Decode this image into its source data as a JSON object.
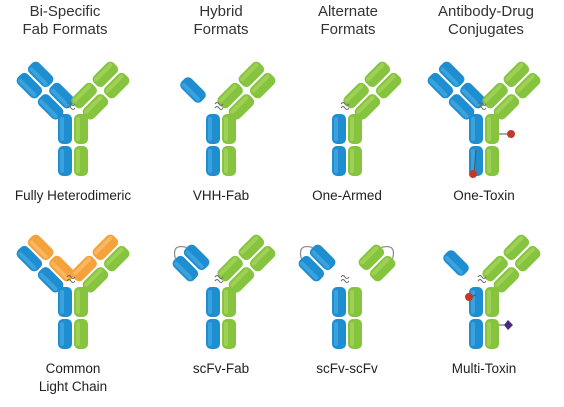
{
  "headers": [
    {
      "line1": "Bi-Specific",
      "line2": "Fab Formats"
    },
    {
      "line1": "Hybrid",
      "line2": "Formats"
    },
    {
      "line1": "Alternate",
      "line2": "Formats"
    },
    {
      "line1": "Antibody-Drug",
      "line2": "Conjugates"
    }
  ],
  "captions": {
    "fully_heterodimeric": "Fully Heterodimeric",
    "vhh_fab": "VHH-Fab",
    "one_armed": "One-Armed",
    "one_toxin": "One-Toxin",
    "common_light_chain": {
      "line1": "Common",
      "line2": "Light Chain"
    },
    "scfv_fab": "scFv-Fab",
    "scfv_scfv": "scFv-scFv",
    "multi_toxin": "Multi-Toxin"
  },
  "colors": {
    "blue": "#1f8ed1",
    "blue_light": "#4cb0e6",
    "green": "#86c440",
    "green_light": "#a8d65c",
    "orange": "#f5a23a",
    "teal": "#2aa6a0",
    "toxin_red": "#c0392b",
    "toxin_purple": "#4b2a7a"
  }
}
